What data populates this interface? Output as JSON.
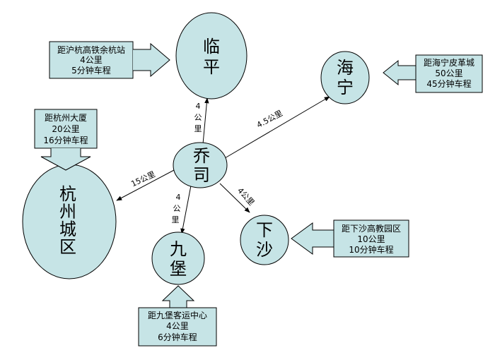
{
  "colors": {
    "fill": "#c6e4e6",
    "stroke": "#000000"
  },
  "center": [
    "乔",
    "司"
  ],
  "nodes": {
    "linping": [
      "临",
      "平"
    ],
    "haining": [
      "海",
      "宁"
    ],
    "hangzhou": [
      "杭",
      "州",
      "城",
      "区"
    ],
    "jiubao": [
      "九",
      "堡"
    ],
    "xiasha": [
      "下",
      "沙"
    ]
  },
  "edges": {
    "linping": [
      "4",
      "公",
      "里"
    ],
    "haining": "4.5公里",
    "hangzhou": "15公里",
    "jiubao": [
      "4",
      "公",
      "里"
    ],
    "xiasha": "4公里"
  },
  "callouts": {
    "linping": [
      "距沪杭高铁余杭站",
      "4公里",
      "5分钟车程"
    ],
    "haining": [
      "距海宁皮革城",
      "50公里",
      "45分钟车程"
    ],
    "hangzhou": [
      "距杭州大厦",
      "20公里",
      "16分钟车程"
    ],
    "xiasha": [
      "距下沙高教园区",
      "10公里",
      "10分钟车程"
    ],
    "jiubao": [
      "距九堡客运中心",
      "4公里",
      "6分钟车程"
    ]
  }
}
